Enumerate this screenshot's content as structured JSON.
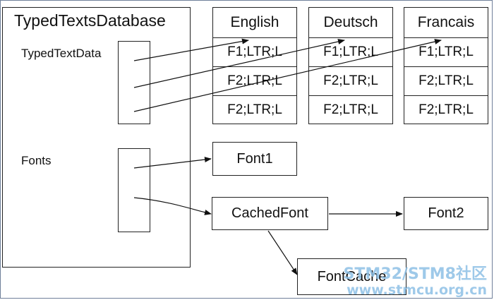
{
  "database": {
    "title": "TypedTextsDatabase",
    "typed_text_label": "TypedTextData",
    "fonts_label": "Fonts"
  },
  "languages": [
    {
      "name": "English",
      "rows": [
        "F1;LTR;L",
        "F2;LTR;L",
        "F2;LTR;L"
      ]
    },
    {
      "name": "Deutsch",
      "rows": [
        "F1;LTR;L",
        "F2;LTR;L",
        "F2;LTR;L"
      ]
    },
    {
      "name": "Francais",
      "rows": [
        "F1;LTR;L",
        "F2;LTR;L",
        "F2;LTR;L"
      ]
    }
  ],
  "nodes": {
    "font1": "Font1",
    "cached_font": "CachedFont",
    "font2": "Font2",
    "font_cache": "FontCache"
  },
  "watermark": {
    "line1": "STM32/STM8社区",
    "line2": "www.stmcu.org.cn"
  }
}
